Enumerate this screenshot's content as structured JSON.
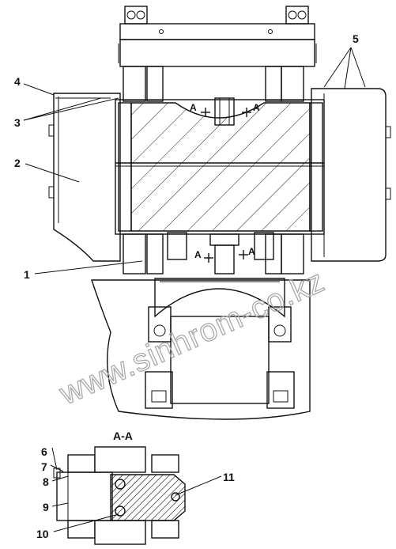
{
  "figure": {
    "section_title": "A-A",
    "section_marker": "A",
    "watermark": "www.sinhrom-co.kz",
    "callouts": [
      {
        "id": "c1",
        "label": "1"
      },
      {
        "id": "c2",
        "label": "2"
      },
      {
        "id": "c3",
        "label": "3"
      },
      {
        "id": "c4",
        "label": "4"
      },
      {
        "id": "c5",
        "label": "5"
      },
      {
        "id": "c6",
        "label": "6"
      },
      {
        "id": "c7",
        "label": "7"
      },
      {
        "id": "c8",
        "label": "8"
      },
      {
        "id": "c9",
        "label": "9"
      },
      {
        "id": "c10",
        "label": "10"
      },
      {
        "id": "c11",
        "label": "11"
      }
    ]
  }
}
